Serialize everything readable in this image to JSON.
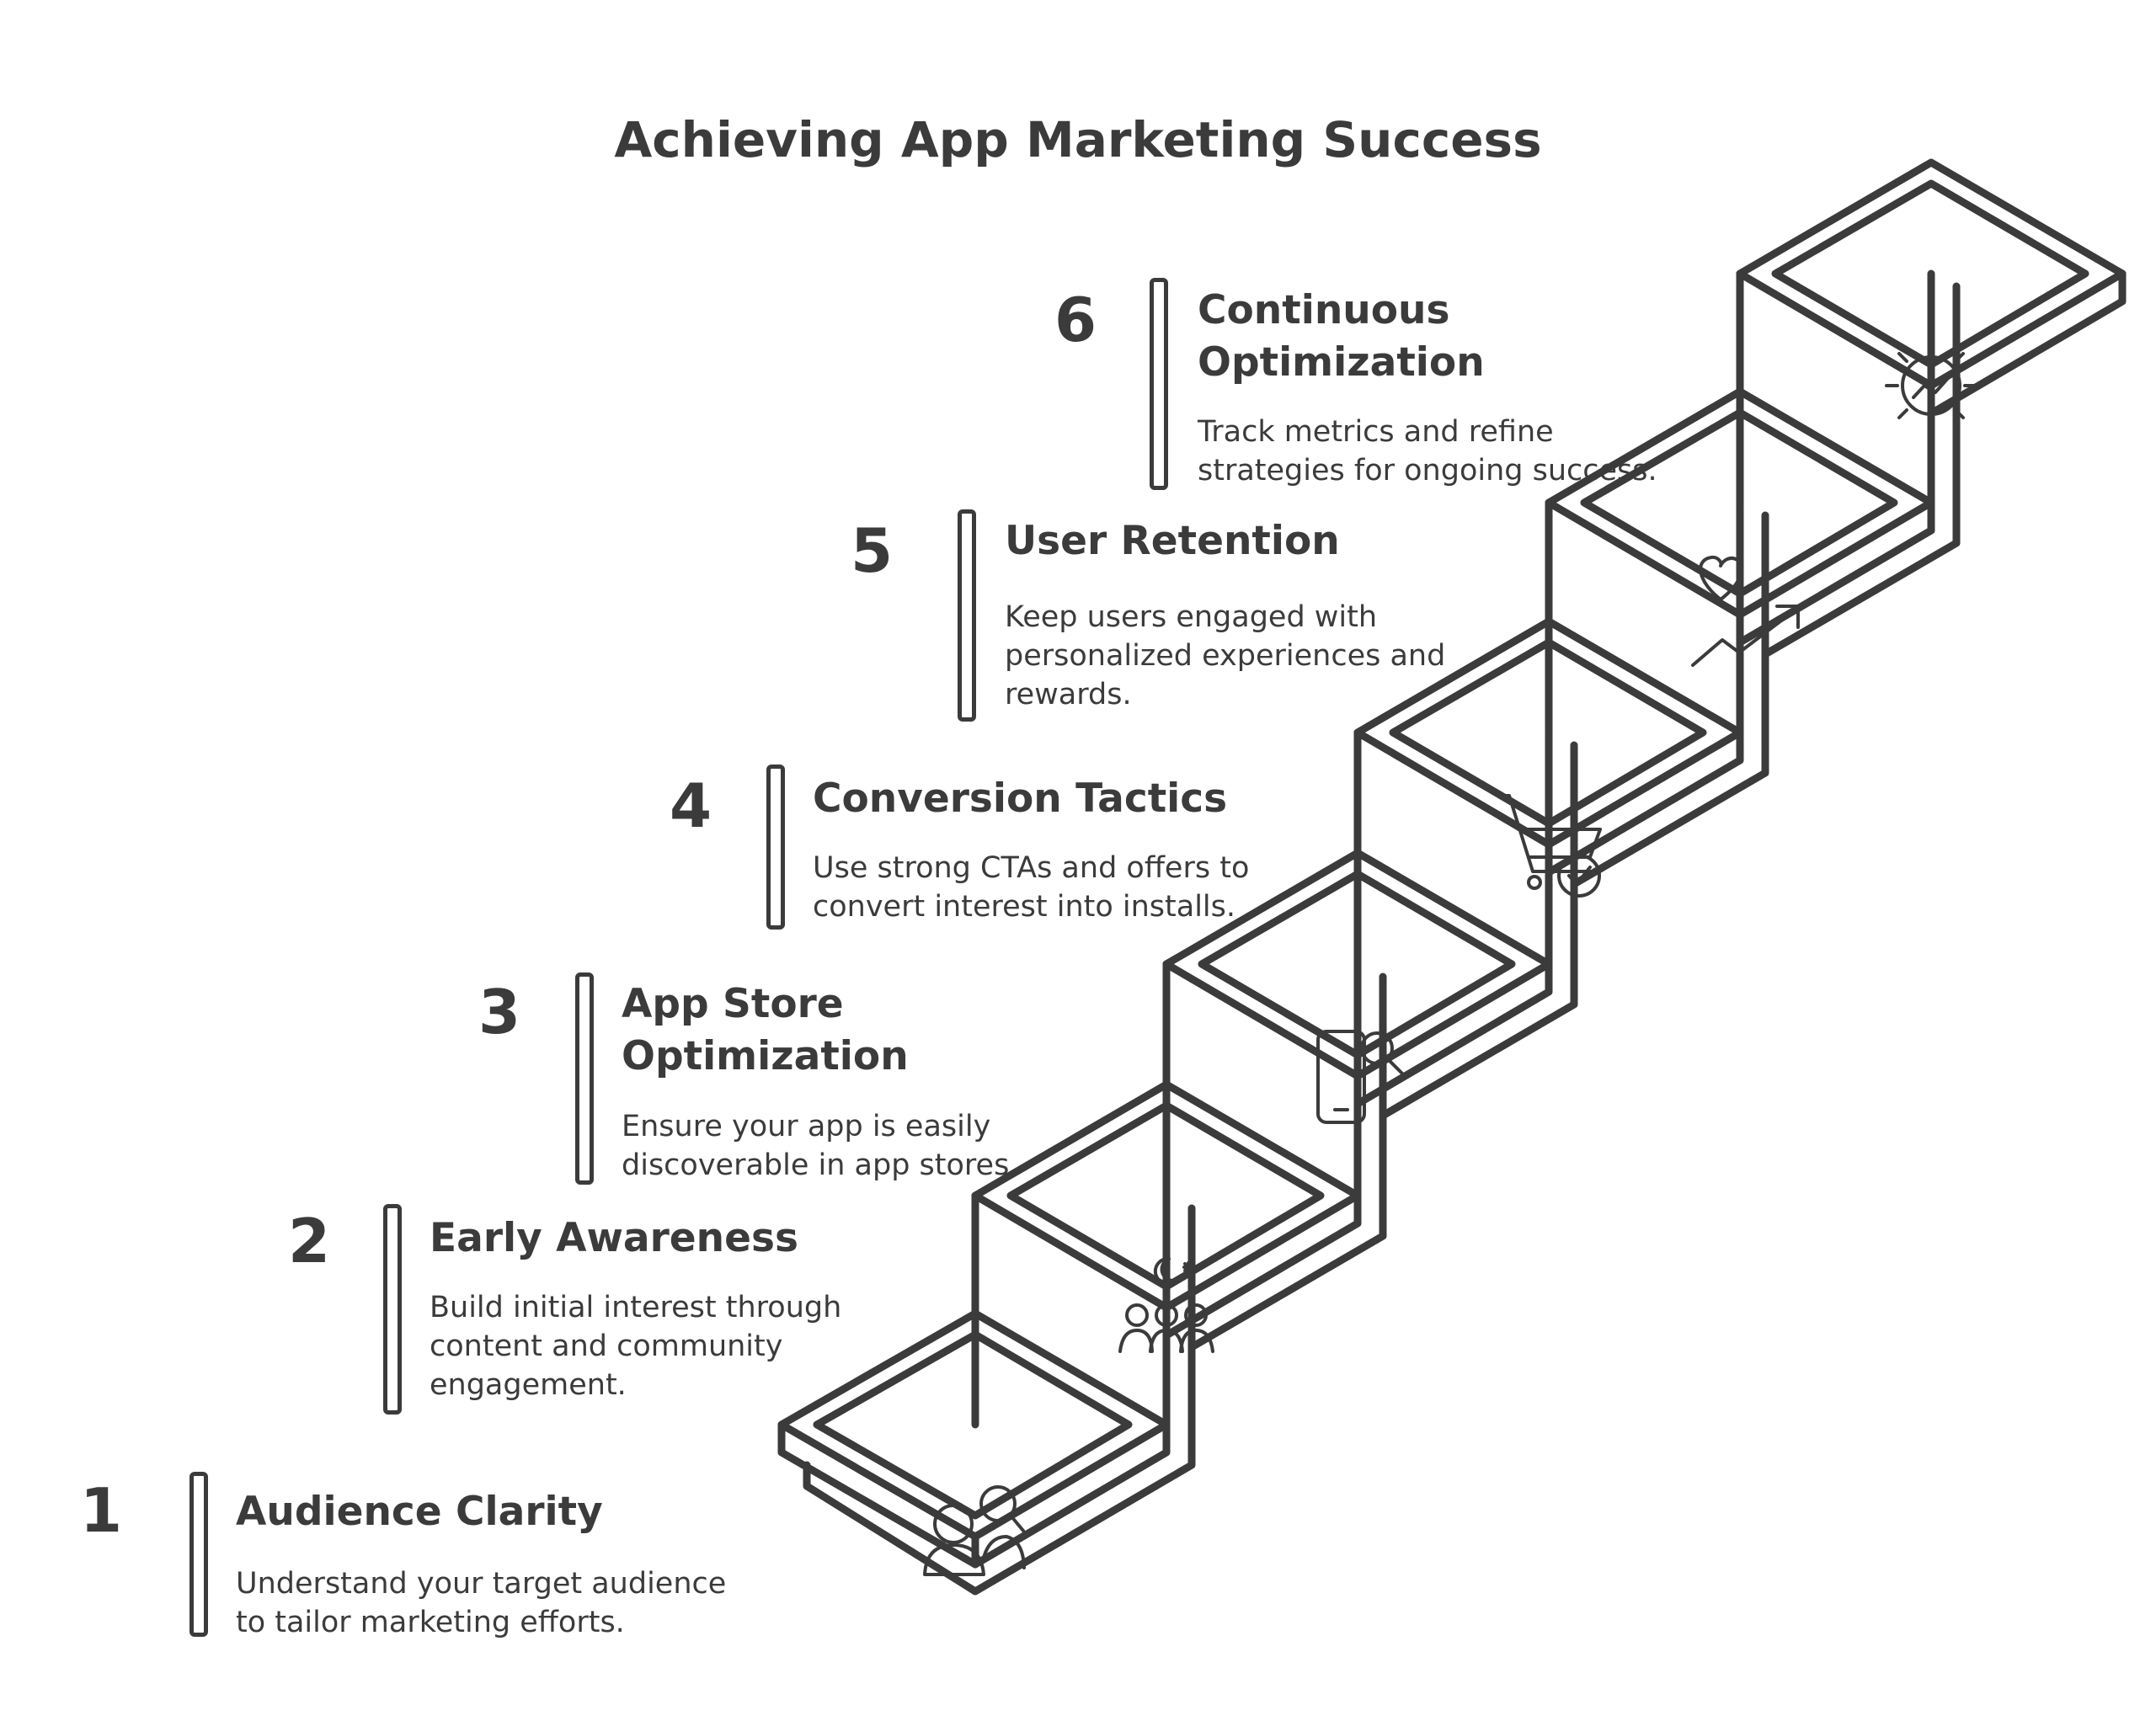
{
  "title": "Achieving App Marketing Success",
  "steps": [
    {
      "number": "1",
      "heading": "Audience Clarity",
      "description": "Understand your target audience\nto tailor marketing efforts.",
      "icon": "audience-users-search-icon"
    },
    {
      "number": "2",
      "heading": "Early Awareness",
      "description": "Build initial interest through\ncontent and community\nengagement.",
      "icon": "community-group-icon"
    },
    {
      "number": "3",
      "heading": "App Store\nOptimization",
      "description": "Ensure your app is easily\ndiscoverable in app stores.",
      "icon": "phone-search-icon"
    },
    {
      "number": "4",
      "heading": "Conversion Tactics",
      "description": "Use strong CTAs and offers to\nconvert interest into installs.",
      "icon": "cart-check-icon"
    },
    {
      "number": "5",
      "heading": "User Retention",
      "description": "Keep users engaged with\npersonalized experiences and\nrewards.",
      "icon": "heart-growth-icon"
    },
    {
      "number": "6",
      "heading": "Continuous\nOptimization",
      "description": "Track metrics and refine\nstrategies for ongoing success.",
      "icon": "gear-chart-icon"
    }
  ],
  "colors": {
    "stroke": "#3b3b3b",
    "background": "#ffffff"
  }
}
